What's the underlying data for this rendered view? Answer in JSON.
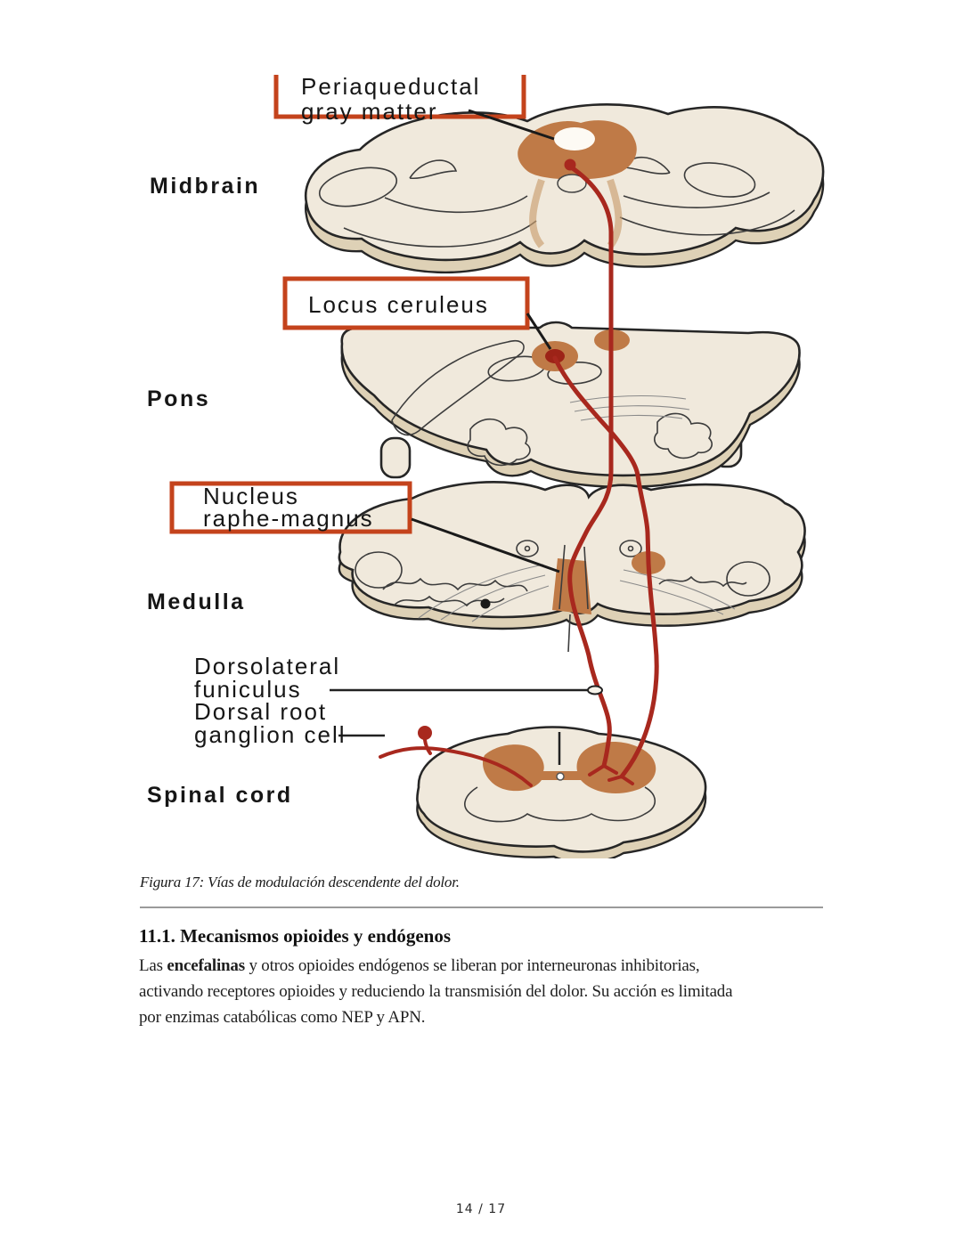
{
  "figure": {
    "region_labels": {
      "midbrain": "Midbrain",
      "pons": "Pons",
      "medulla": "Medulla",
      "spinal_cord": "Spinal cord"
    },
    "callouts": {
      "periaqueductal_line1": "Periaqueductal",
      "periaqueductal_line2": "gray matter",
      "locus_ceruleus": "Locus ceruleus",
      "nucleus_line1": "Nucleus",
      "nucleus_line2": "raphe-magnus",
      "dorsolateral_line1": "Dorsolateral",
      "dorsolateral_line2": "funiculus",
      "dorsal_root_line1": "Dorsal root",
      "dorsal_root_line2": "ganglion cell"
    },
    "colors": {
      "callout_box": "#c4431c",
      "section_fill": "#f0e9dc",
      "section_side": "#ded1b6",
      "outline": "#262626",
      "highlight": "#bf7a47",
      "pathway_red": "#a8281e"
    }
  },
  "caption": "Figura 17: Vías de modulación descendente del dolor.",
  "section": {
    "heading": "11.1. Mecanismos opioides y endógenos",
    "paragraph": {
      "line1_pre": "Las ",
      "line1_bold": "encefalinas",
      "line1_rest": " y otros opioides endógenos se liberan por interneuronas inhibitorias,",
      "line2": "activando receptores opioides y reduciendo la transmisión del dolor. Su acción es limitada",
      "line3": "por enzimas catabólicas como NEP y APN."
    }
  },
  "footer": {
    "page_indicator": "14 / 17"
  }
}
